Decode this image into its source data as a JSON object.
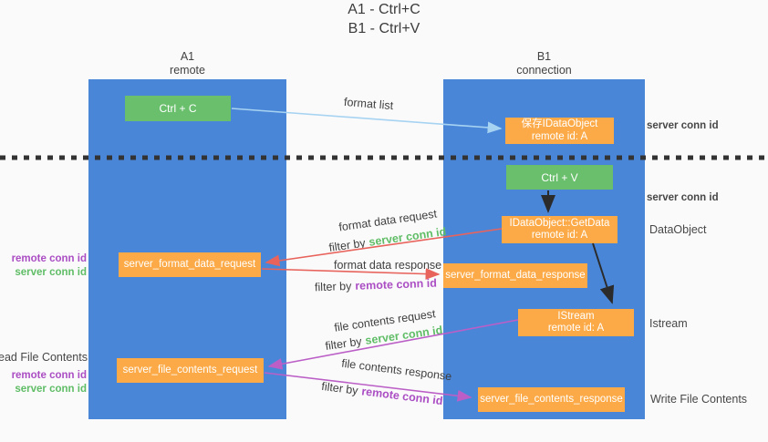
{
  "title": {
    "line1": "A1 - Ctrl+C",
    "line2": "B1 - Ctrl+V"
  },
  "lifelines": {
    "left": {
      "name": "A1",
      "role": "remote"
    },
    "right": {
      "name": "B1",
      "role": "connection"
    }
  },
  "boxes": {
    "ctrl_c": {
      "label": "Ctrl + C"
    },
    "ctrl_v": {
      "label": "Ctrl + V"
    },
    "save_dataobject": {
      "line1": "保存IDataObject",
      "line2": "remote id: A"
    },
    "getdata": {
      "line1": "IDataObject::GetData",
      "line2": "remote id: A"
    },
    "istream": {
      "line1": "IStream",
      "line2": "remote id: A"
    },
    "server_format_data_request": {
      "label": "server_format_data_request"
    },
    "server_format_data_response": {
      "label": "server_format_data_response"
    },
    "server_file_contents_request": {
      "label": "server_file_contents_request"
    },
    "server_file_contents_response": {
      "label": "server_file_contents_response"
    }
  },
  "flow_labels": {
    "format_list": "format list",
    "format_data_request": "format data request",
    "format_data_response": "format data response",
    "file_contents_request": "file contents request",
    "file_contents_response": "file contents response",
    "filter_by": "filter by",
    "server_conn_id": "server conn id",
    "remote_conn_id": "remote conn id"
  },
  "side_labels": {
    "server_conn_id": "server conn id",
    "remote_conn_id": "remote conn id",
    "dataobject": "DataObject",
    "istream": "Istream",
    "read_file_contents": "Read File Contents",
    "write_file_contents": "Write File Contents"
  },
  "colors": {
    "lifeline_blue": "#4a86d8",
    "box_green": "#6abf6d",
    "box_orange": "#fbaa47",
    "arrow_red": "#e8635c",
    "arrow_purple": "#bb5fc7",
    "arrow_blue": "#a7d3f2",
    "arrow_black": "#2b2b2b",
    "text_green": "#5fbd66",
    "text_purple": "#ab4ec4",
    "text_dark": "#3f3f3f",
    "dotted_line": "#333333",
    "background": "#fafafa"
  }
}
